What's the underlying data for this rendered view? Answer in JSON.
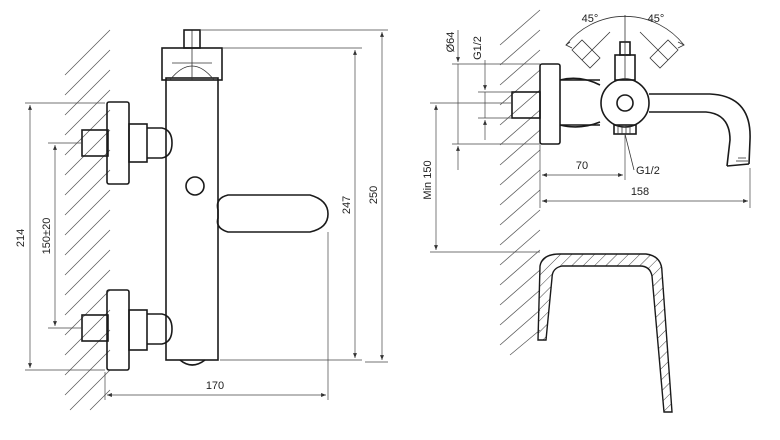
{
  "front_view": {
    "dims": {
      "height_214": "214",
      "spacing_150": "150±20",
      "height_247": "247",
      "height_250": "250",
      "width_170": "170"
    }
  },
  "side_view": {
    "dims": {
      "diameter_64": "Ø64",
      "thread_top": "G1/2",
      "thread_bottom": "G1/2",
      "angle_left": "45°",
      "angle_right": "45°",
      "min_150": "Min 150",
      "depth_70": "70",
      "depth_158": "158"
    }
  }
}
